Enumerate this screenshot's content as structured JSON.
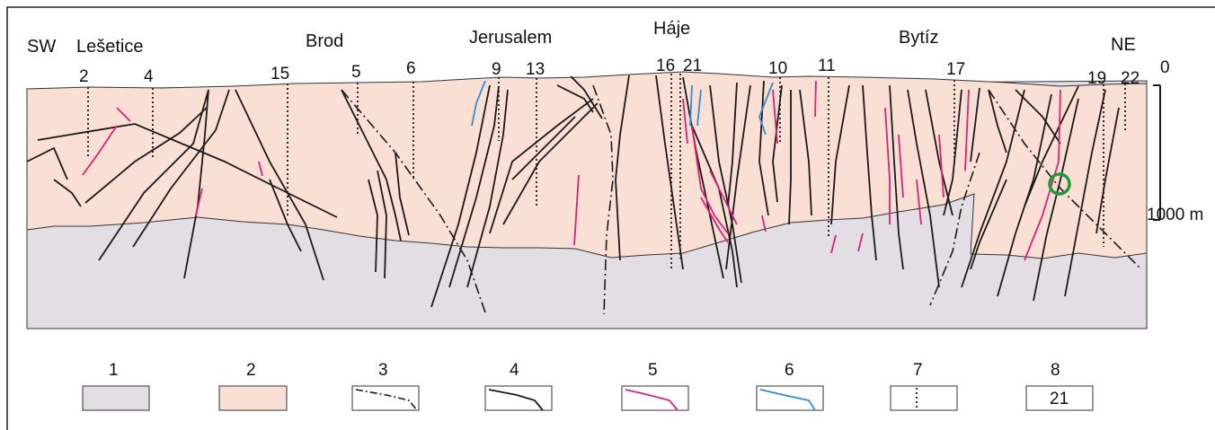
{
  "places": {
    "sw": "SW",
    "lesetice": "Lešetice",
    "brod": "Brod",
    "jerusalem": "Jerusalem",
    "haje": "Háje",
    "bytiz": "Bytíz",
    "ne": "NE"
  },
  "shafts": [
    "2",
    "4",
    "15",
    "5",
    "6",
    "9",
    "13",
    "16",
    "21",
    "10",
    "11",
    "17",
    "19",
    "22"
  ],
  "scale": {
    "top": "0",
    "bottom": "1000 m"
  },
  "legend": {
    "items": [
      "1",
      "2",
      "3",
      "4",
      "5",
      "6",
      "7",
      "8"
    ],
    "sample_number": "21"
  },
  "colors": {
    "granite": "#e3dde4",
    "metamorphic": "#fadfd4",
    "fault": "#1a1a1a",
    "vein_magenta": "#d6247a",
    "vein_blue": "#2f8fd0",
    "marker": "#1f9a3a"
  }
}
